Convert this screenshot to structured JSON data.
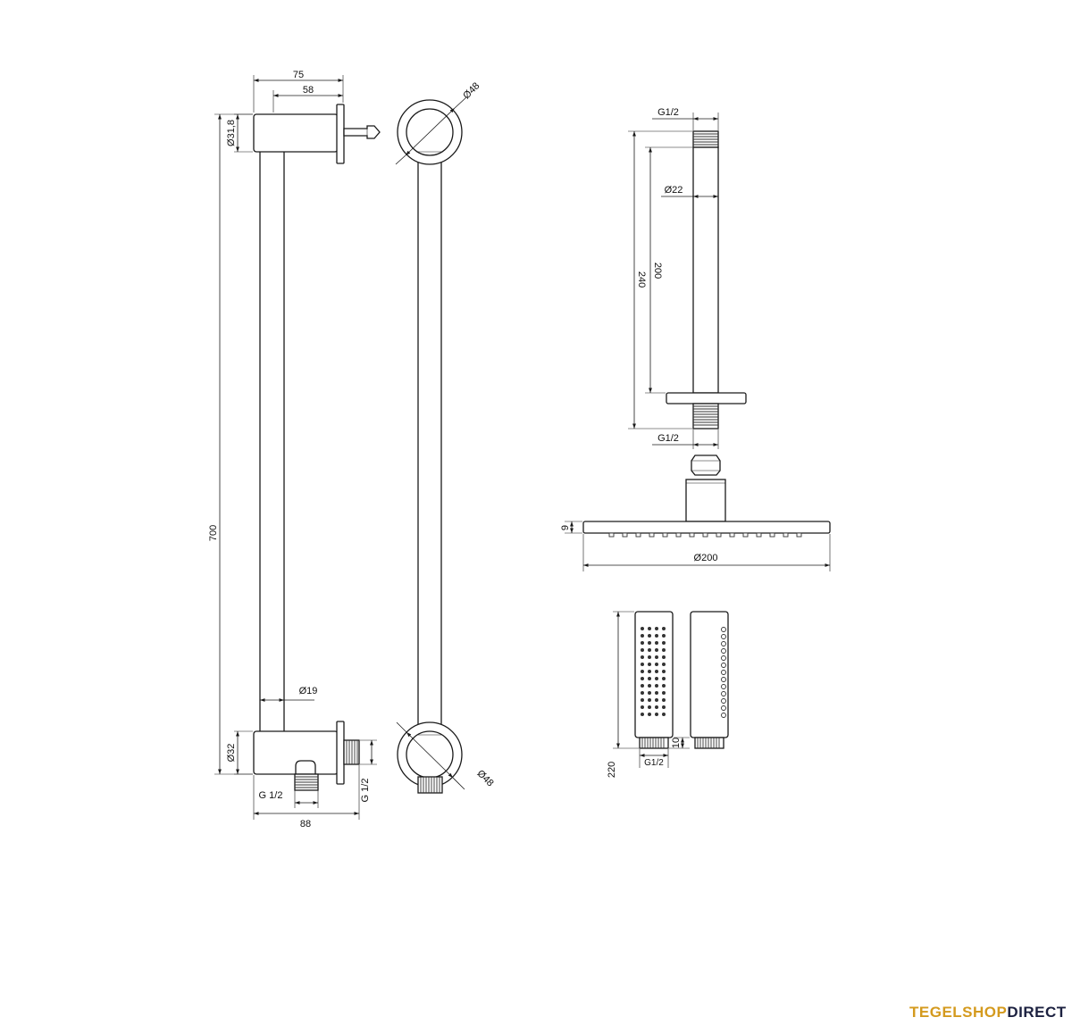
{
  "drawing": {
    "rail_side": {
      "width_total": "75",
      "width_bracket": "58",
      "top_bracket_diameter": "Ø31,8",
      "height": "700",
      "tube_diameter": "Ø19",
      "bottom_bracket_diameter": "Ø32",
      "outlet_thread_bottom": "G 1/2",
      "outlet_thread_side": "G 1/2",
      "bottom_width": "88"
    },
    "rail_front": {
      "top_ring_diameter": "Ø48",
      "bottom_ring_diameter": "Ø48"
    },
    "ceiling_arm": {
      "top_thread": "G1/2",
      "diameter": "Ø22",
      "length_inner": "200",
      "length_total": "240",
      "bottom_thread": "G1/2"
    },
    "head_shower": {
      "thickness": "9",
      "diameter": "Ø200"
    },
    "hand_shower": {
      "length": "220",
      "thread_length": "10",
      "thread": "G1/2"
    }
  },
  "logo": {
    "part1": "TEGELSHOP",
    "part2": "DIRECT"
  },
  "colors": {
    "line": "#1a1a1a",
    "logo_accent": "#d49a1e",
    "logo_dark": "#1c2140"
  }
}
